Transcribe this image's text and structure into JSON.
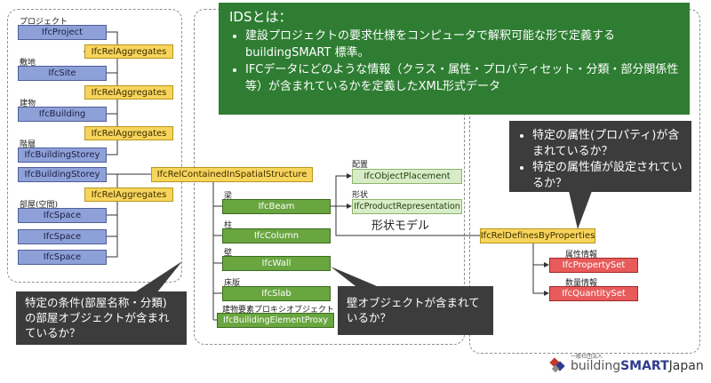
{
  "ids_box": {
    "title": "IDSとは：",
    "bullets": [
      "建設プロジェクトの要求仕様をコンピュータで解釈可能な形で定義するbuildingSMART 標準。",
      "IFCデータにどのような情報（クラス・属性・プロパティセット・分類・部分関係性等）が含まれているかを定義したXML形式データ"
    ]
  },
  "left": {
    "project_label": "プロジェクト",
    "project": "IfcProject",
    "agg1": "IfcRelAggregates",
    "site_label": "敷地",
    "site": "IfcSite",
    "agg2": "IfcRelAggregates",
    "building_label": "建物",
    "building": "IfcBuilding",
    "agg3": "IfcRelAggregates",
    "storey_label": "階層",
    "storey1": "IfcBuildingStorey",
    "storey2": "IfcBuildingStorey",
    "agg4": "IfcRelAggregates",
    "space_label": "部屋(空間)",
    "space1": "IfcSpace",
    "space2": "IfcSpace",
    "space3": "IfcSpace"
  },
  "contained": "IfcRelContainedInSpatialStructure",
  "middle": {
    "beam_label": "梁",
    "beam": "IfcBeam",
    "column_label": "柱",
    "column": "IfcColumn",
    "wall_label": "壁",
    "wall": "IfcWall",
    "slab_label": "床版",
    "slab": "IfcSlab",
    "proxy_label": "建物要素プロキシオブジェクト",
    "proxy": "IfcBuilidingElementProxy"
  },
  "shape": {
    "placement_label": "配置",
    "placement": "IfcObjectPlacement",
    "repr_label": "形状",
    "repr": "IfcProductRepresentation",
    "model_label": "形状モデル"
  },
  "props": {
    "defines": "IfcRelDefinesByProperties",
    "pset_label": "属性情報",
    "pset": "IfcPropertySet",
    "qset_label": "数量情報",
    "qset": "IfcQuantitySet"
  },
  "callouts": {
    "property": [
      "特定の属性(プロパティ)が含まれているか？",
      "特定の属性値が設定されているか？"
    ],
    "room": "特定の条件(部屋名称・分類)の部屋オブジェクトが含まれているか？",
    "wall": "壁オブジェクトが含まれているか？"
  },
  "logo": {
    "org": "一般社団法人",
    "name_light": "building",
    "name_bold": "SMART",
    "name_suffix": "Japan"
  }
}
